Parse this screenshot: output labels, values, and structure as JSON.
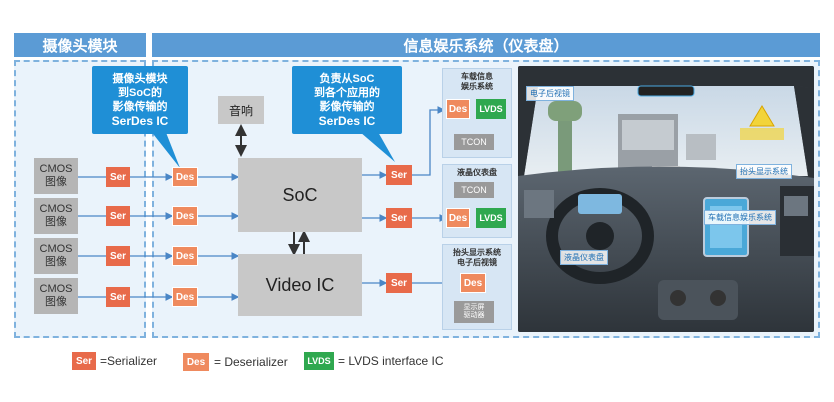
{
  "headers": {
    "camera_module": "摄像头模块",
    "infotainment": "信息娱乐系统（仪表盘）"
  },
  "callouts": {
    "left_line1": "摄像头模块",
    "left_line2": "到SoC的",
    "left_line3": "影像传输的",
    "left_bold": "SerDes IC",
    "right_line1": "负责从SoC",
    "right_line2": "到各个应用的",
    "right_line3": "影像传输的",
    "right_bold": "SerDes IC"
  },
  "cameras": [
    {
      "line1": "CMOS",
      "line2": "图像"
    },
    {
      "line1": "CMOS",
      "line2": "图像"
    },
    {
      "line1": "CMOS",
      "line2": "图像"
    },
    {
      "line1": "CMOS",
      "line2": "图像"
    }
  ],
  "chips": {
    "ser": "Ser",
    "des": "Des",
    "lvds": "LVDS",
    "tcon": "TCON"
  },
  "blocks": {
    "audio": "音响",
    "soc": "SoC",
    "video_ic": "Video IC"
  },
  "subsystems": {
    "s1_title": "车载信息\n娱乐系统",
    "s2_title": "液晶仪表盘",
    "s3_title": "抬头显示系统\n电子后视镜",
    "s3_driver": "显示屏\n驱动器"
  },
  "photo_labels": {
    "mirror": "电子后视镜",
    "hud": "抬头显示系统",
    "ivi": "车载信息娱乐系统",
    "cluster": "液晶仪表盘"
  },
  "legend": {
    "ser_text": "=Serializer",
    "des_text": "= Deserializer",
    "lvds_text": "= LVDS interface IC"
  },
  "colors": {
    "header": "#5b9bd5",
    "callout": "#1f8fd6",
    "ser": "#e86a4a",
    "des": "#ef8a5e",
    "lvds": "#2fa84f"
  }
}
